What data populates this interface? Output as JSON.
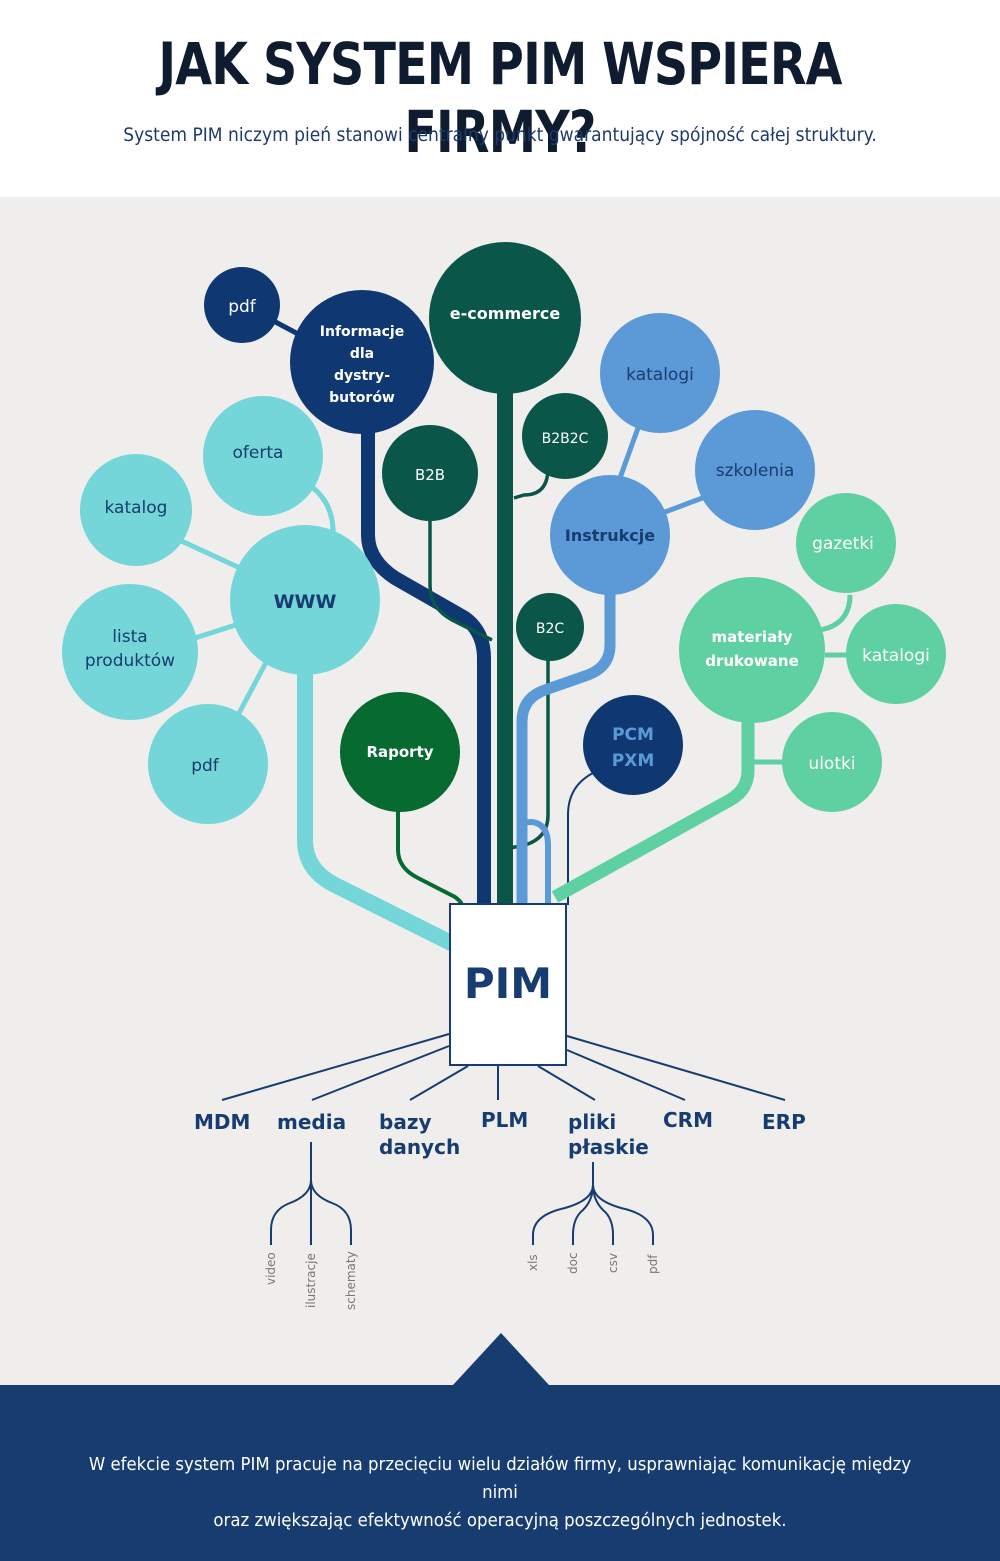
{
  "header": {
    "title": "JAK SYSTEM PIM WSPIERA FIRMY?",
    "subtitle": "System PIM niczym pień stanowi centralny punkt gwarantujący spójność całej struktury."
  },
  "colors": {
    "teal_light": "#74d6d8",
    "navy": "#0f3872",
    "green_dark": "#0a5648",
    "green": "#076b31",
    "blue_light": "#5b9ad6",
    "mint": "#5fd0a2",
    "navy_text": "#173c6f",
    "background": "#efeeed"
  },
  "nodes": {
    "pdf_top": "pdf",
    "informacje": [
      "Informacje",
      "dla",
      "dystry-",
      "butorów"
    ],
    "ecommerce": "e-commerce",
    "b2b": "B2B",
    "b2b2c": "B2B2C",
    "b2c": "B2C",
    "katalogi_blue": "katalogi",
    "szkolenia": "szkolenia",
    "instrukcje": "Instrukcje",
    "oferta": "oferta",
    "katalog": "katalog",
    "www": "WWW",
    "lista_produktow": [
      "lista",
      "produktów"
    ],
    "pdf_left": "pdf",
    "raporty": "Raporty",
    "pcm_pxm": [
      "PCM",
      "PXM"
    ],
    "gazetki": "gazetki",
    "materialy": [
      "materiały",
      "drukowane"
    ],
    "katalogi_mint": "katalogi",
    "ulotki": "ulotki"
  },
  "pim": "PIM",
  "roots": {
    "mdm": "MDM",
    "media": "media",
    "bazy": [
      "bazy",
      "danych"
    ],
    "plm": "PLM",
    "pliki": [
      "pliki",
      "płaskie"
    ],
    "crm": "CRM",
    "erp": "ERP"
  },
  "media_children": [
    "video",
    "ilustracje",
    "schematy"
  ],
  "pliki_children": [
    "xls",
    "doc",
    "csv",
    "pdf"
  ],
  "footer": {
    "line1": "W efekcie system PIM pracuje na przecięciu wielu działów firmy, usprawniając komunikację między nimi",
    "line2": "oraz zwiększając efektywność operacyjną poszczególnych jednostek."
  }
}
